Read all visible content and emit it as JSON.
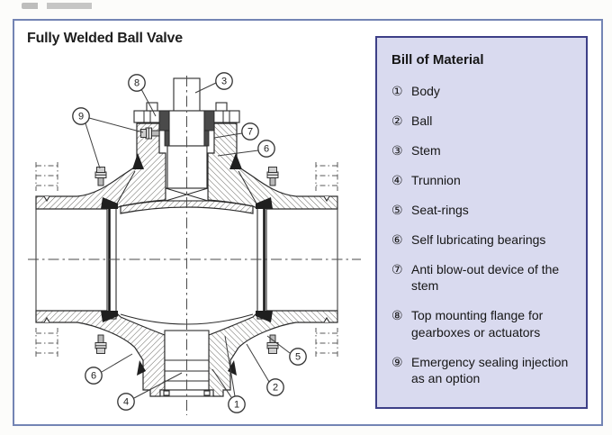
{
  "title": "Fully Welded Ball Valve",
  "bom": {
    "title": "Bill of Material",
    "items": [
      {
        "num": "①",
        "label": "Body"
      },
      {
        "num": "②",
        "label": "Ball"
      },
      {
        "num": "③",
        "label": "Stem"
      },
      {
        "num": "④",
        "label": "Trunnion"
      },
      {
        "num": "⑤",
        "label": "Seat-rings"
      },
      {
        "num": "⑥",
        "label": "Self lubricating bearings"
      },
      {
        "num": "⑦",
        "label": "Anti blow-out device of the stem"
      },
      {
        "num": "⑧",
        "label": "Top mounting flange for gearboxes or actuators"
      },
      {
        "num": "⑨",
        "label": "Emergency sealing injection as an option"
      }
    ]
  },
  "diagram": {
    "callouts": [
      {
        "n": "8"
      },
      {
        "n": "3"
      },
      {
        "n": "9"
      },
      {
        "n": "7"
      },
      {
        "n": "6"
      },
      {
        "n": "5"
      },
      {
        "n": "2"
      },
      {
        "n": "1"
      },
      {
        "n": "4"
      },
      {
        "n": "6"
      }
    ]
  },
  "colors": {
    "panel_bg": "#d9daef",
    "panel_border": "#3d3f87",
    "frame_border": "#7384b4",
    "line": "#2b2b2b"
  }
}
